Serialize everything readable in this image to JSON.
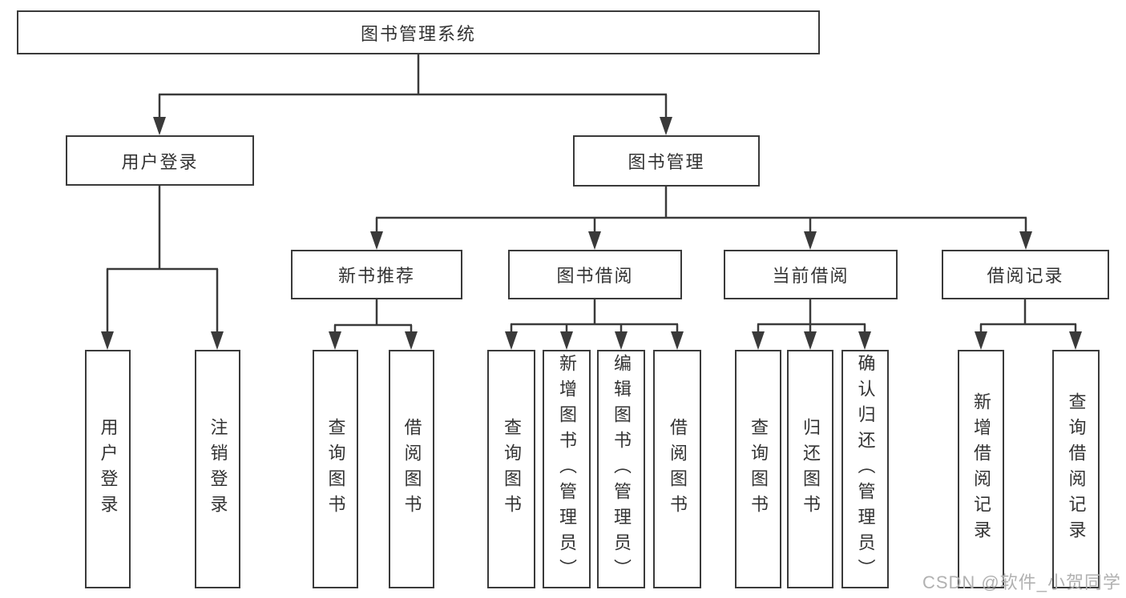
{
  "diagram": {
    "root_label": "图书管理系统",
    "branches": [
      {
        "label": "用户登录",
        "children": [
          "用户登录",
          "注销登录"
        ]
      },
      {
        "label": "图书管理",
        "groups": [
          {
            "label": "新书推荐",
            "children": [
              "查询图书",
              "借阅图书"
            ]
          },
          {
            "label": "图书借阅",
            "children": [
              "查询图书",
              "新增图书（管理员）",
              "编辑图书（管理员）",
              "借阅图书"
            ]
          },
          {
            "label": "当前借阅",
            "children": [
              "查询图书",
              "归还图书",
              "确认归还（管理员）"
            ]
          },
          {
            "label": "借阅记录",
            "children": [
              "新增借阅记录",
              "查询借阅记录"
            ]
          }
        ]
      }
    ]
  },
  "watermark": {
    "text": "CSDN @软件_小贺同学"
  },
  "colors": {
    "line": "#3a3a3a",
    "box_border": "#3a3a3a",
    "box_background": "#ffffff",
    "text": "#333333",
    "watermark_text": "#b1b1b1",
    "page_background": "#ffffff"
  }
}
